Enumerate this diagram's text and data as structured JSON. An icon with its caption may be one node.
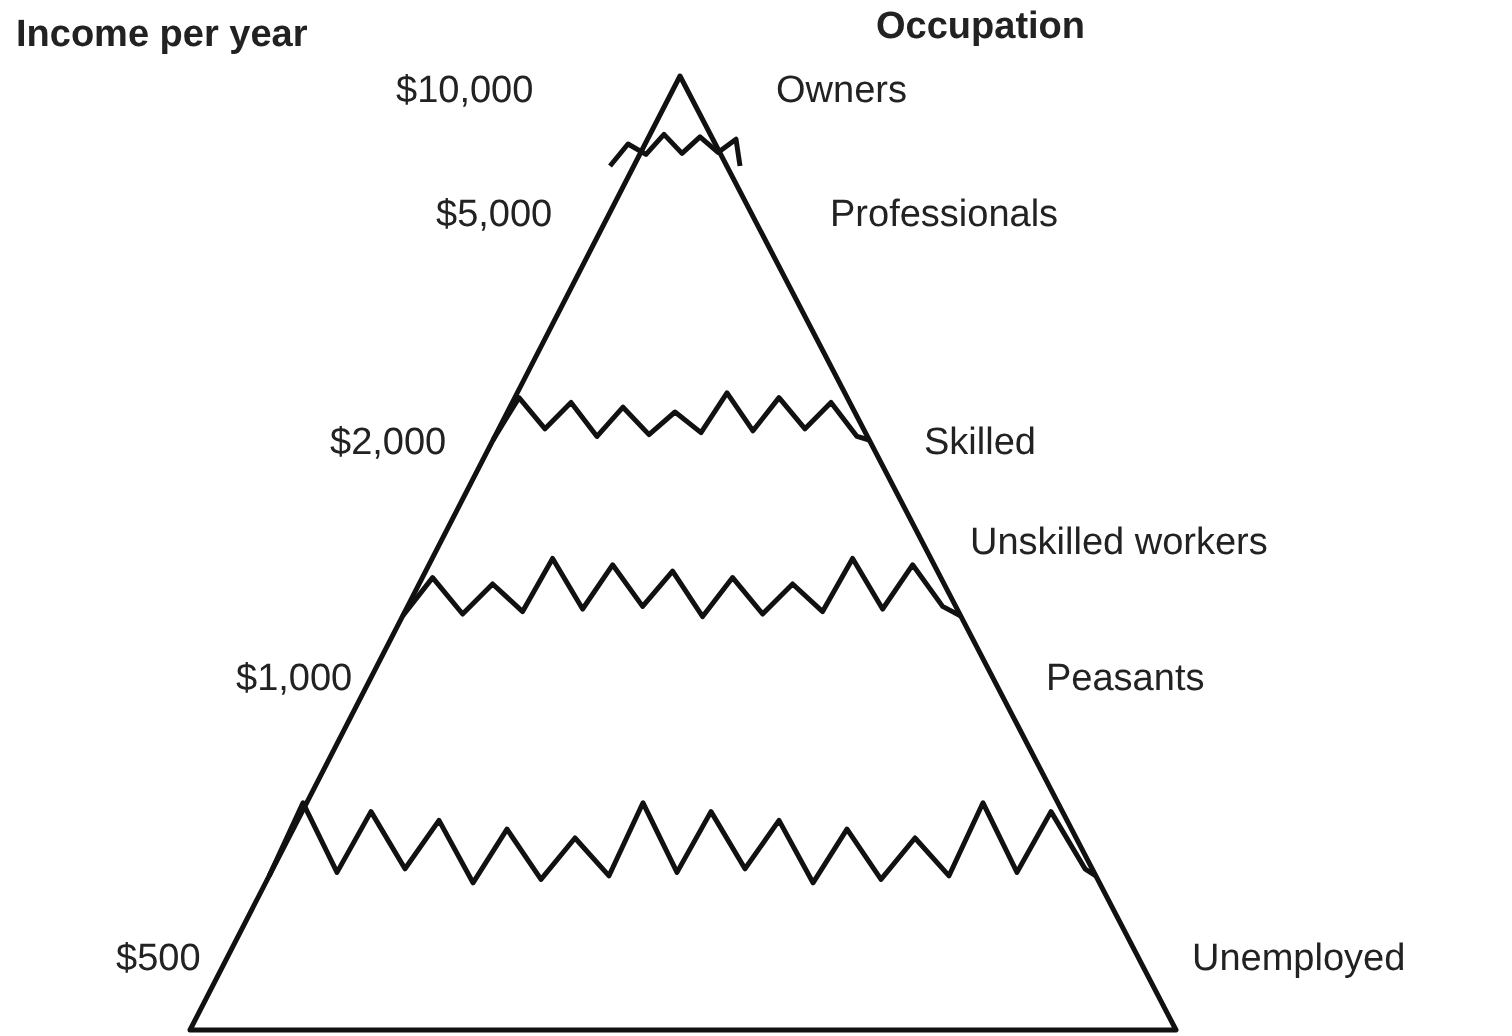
{
  "diagram": {
    "labels": [
      "Income per year",
      "Occupation",
      "$10,000",
      "Owners",
      "$5,000",
      "Professionals",
      "$2,000",
      "Skilled",
      "Unskilled workers",
      "$1,000",
      "Peasants",
      "$500",
      "Unemployed"
    ]
  }
}
